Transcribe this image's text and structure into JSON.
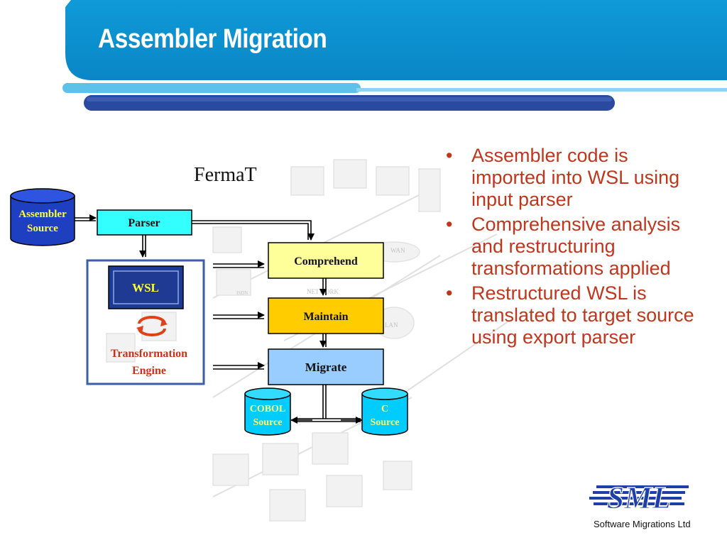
{
  "slide": {
    "title": "Assembler Migration",
    "bullets": [
      "Assembler code is imported into WSL using input parser",
      "Comprehensive analysis and restructuring transformations applied",
      "Restructured WSL is translated to target source using export parser"
    ],
    "logo_text": "SML",
    "company": "Software Migrations Ltd"
  },
  "diagram": {
    "heading": "FermaT",
    "assembler_source": [
      "Assembler",
      "Source"
    ],
    "parser": "Parser",
    "wsl": "WSL",
    "engine": [
      "Transformation",
      "Engine"
    ],
    "comprehend": "Comprehend",
    "maintain": "Maintain",
    "migrate": "Migrate",
    "cobol_source": [
      "COBOL",
      "Source"
    ],
    "c_source": [
      "C",
      "Source"
    ],
    "background_labels": [
      "WAN",
      "NETWORK",
      "ISDN",
      "LAN"
    ]
  },
  "colors": {
    "header_blue": "#0a8fd0",
    "accent_light_blue": "#5cc2ea",
    "accent_navy": "#2a4aa0",
    "text_red": "#c0361d",
    "db_blue": "#1e3fbf",
    "parser_cyan": "#33ffff",
    "comprehend_yellow": "#ffff99",
    "maintain_gold": "#ffcc00",
    "migrate_blue": "#99ccff",
    "cylinder_cyan": "#00ccff",
    "wsl_navy": "#1f3a93"
  }
}
